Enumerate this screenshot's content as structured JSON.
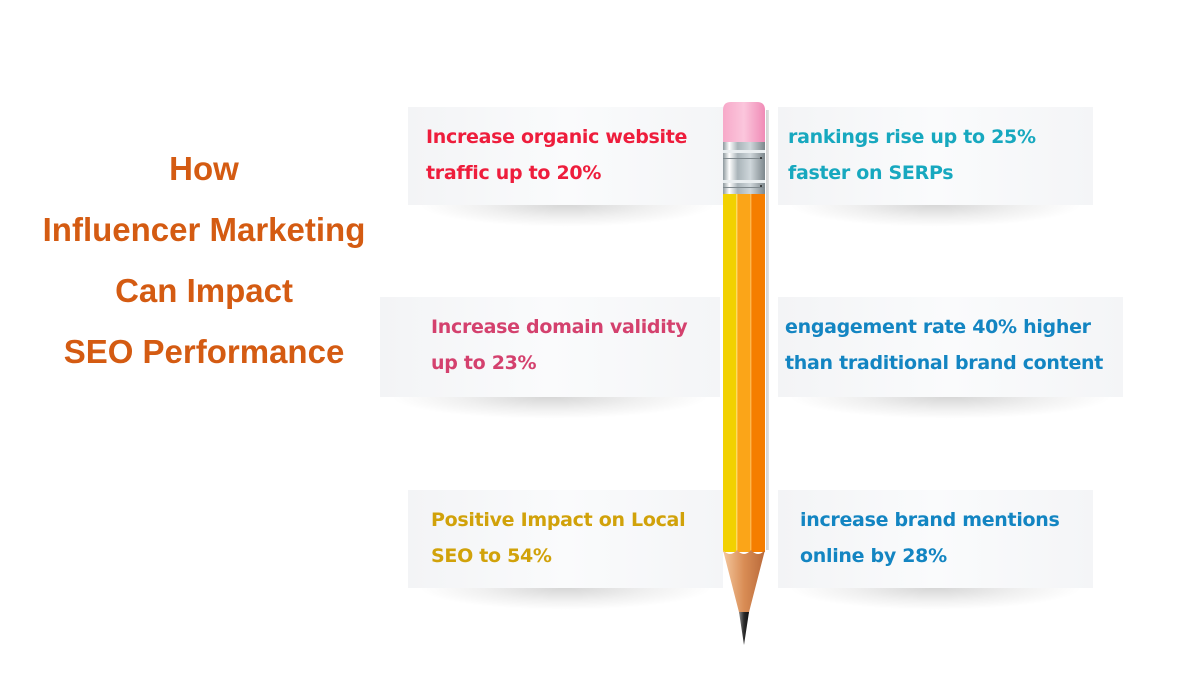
{
  "title": {
    "lines": [
      "How",
      "Influencer Marketing",
      "Can Impact",
      "SEO Performance"
    ],
    "color": "#d45b12"
  },
  "cards": [
    {
      "side": "left",
      "row": 1,
      "lines": [
        "Increase organic website",
        "traffic up to 20%"
      ],
      "color": "#ee1d3c"
    },
    {
      "side": "right",
      "row": 1,
      "lines": [
        "rankings rise up to 25%",
        "faster on SERPs"
      ],
      "color": "#17a8bf"
    },
    {
      "side": "left",
      "row": 2,
      "lines": [
        "Increase domain validity",
        "up to 23%"
      ],
      "color": "#d4416e"
    },
    {
      "side": "right",
      "row": 2,
      "lines": [
        "engagement rate 40% higher",
        "than traditional brand content"
      ],
      "color": "#1385c2"
    },
    {
      "side": "left",
      "row": 3,
      "lines": [
        "Positive Impact on Local",
        "SEO to 54%"
      ],
      "color": "#d1a20a"
    },
    {
      "side": "right",
      "row": 3,
      "lines": [
        "increase brand mentions",
        "online by 28%"
      ],
      "color": "#1385c2"
    }
  ],
  "pencil": {
    "eraser_color": "#f5a3c7",
    "ferrule_color": "#b9c3c8",
    "body_colors": [
      "#f2d100",
      "#fba518",
      "#f57e00"
    ],
    "wood_color": "#e6a574",
    "lead_color": "#2c2c2c"
  }
}
